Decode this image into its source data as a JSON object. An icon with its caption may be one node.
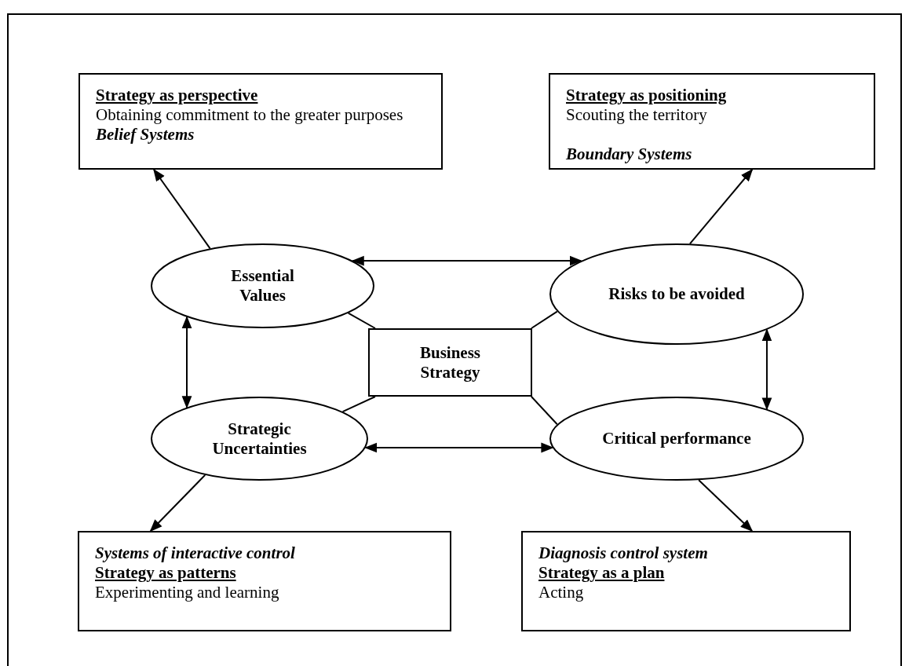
{
  "diagram": {
    "nodes": [
      {
        "text": [
          "Strategy as perspective",
          "Obtaining commitment to the greater purposes",
          "Belief Systems"
        ]
      },
      {
        "text": [
          "Strategy as positioning",
          "Scouting the territory",
          "Boundary Systems"
        ]
      },
      {
        "text": [
          "Essential Values"
        ]
      },
      {
        "text": [
          "Risks to be avoided"
        ]
      },
      {
        "text": [
          "Business Strategy"
        ]
      },
      {
        "text": [
          "Strategic Uncertainties"
        ]
      },
      {
        "text": [
          "Critical performance"
        ]
      },
      {
        "text": [
          "Systems of interactive control",
          "Strategy as patterns",
          "Experimenting and learning"
        ]
      },
      {
        "text": [
          "Diagnosis control system",
          "Strategy as a plan",
          "Acting"
        ]
      }
    ],
    "edges": [
      {
        "from": 2,
        "to": 0,
        "arrow": "to"
      },
      {
        "from": 3,
        "to": 1,
        "arrow": "to"
      },
      {
        "from": 2,
        "to": 3,
        "arrow": "both"
      },
      {
        "from": 2,
        "to": 5,
        "arrow": "both"
      },
      {
        "from": 3,
        "to": 6,
        "arrow": "both"
      },
      {
        "from": 2,
        "to": 4,
        "arrow": "none"
      },
      {
        "from": 3,
        "to": 4,
        "arrow": "none"
      },
      {
        "from": 5,
        "to": 4,
        "arrow": "none"
      },
      {
        "from": 6,
        "to": 4,
        "arrow": "none"
      },
      {
        "from": 5,
        "to": 6,
        "arrow": "both"
      },
      {
        "from": 5,
        "to": 7,
        "arrow": "to"
      },
      {
        "from": 6,
        "to": 8,
        "arrow": "to"
      }
    ]
  }
}
